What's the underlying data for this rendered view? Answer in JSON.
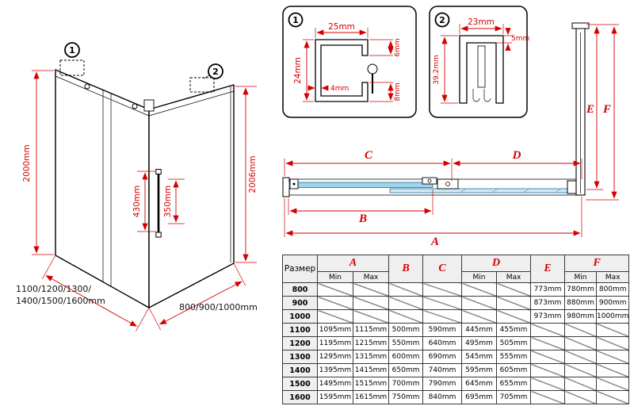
{
  "colors": {
    "dim_red": "#d40000",
    "line_black": "#000000",
    "glass_blue": "#9fd4ec",
    "table_header_bg": "#efefef"
  },
  "main_drawing": {
    "callout_1": "1",
    "callout_2": "2",
    "height_left": "2000mm",
    "handle_dim_long": "430mm",
    "handle_dim_short": "350mm",
    "height_right": "2006mm",
    "door_widths_line1": "1100/1200/1300/",
    "door_widths_line2": "1400/1500/1600mm",
    "side_widths": "800/900/1000mm"
  },
  "detail_1": {
    "callout": "1",
    "width": "25mm",
    "height": "24mm",
    "top_gap": "6mm",
    "wall": "4mm",
    "bottom_gap": "8mm"
  },
  "detail_2": {
    "callout": "2",
    "width": "23mm",
    "lip": "5mm",
    "height": "39.2mm"
  },
  "plan": {
    "a": "A",
    "b": "B",
    "c": "C",
    "d": "D",
    "e": "E",
    "f": "F"
  },
  "table": {
    "corner": "Размер",
    "col_a": "A",
    "col_b": "B",
    "col_c": "C",
    "col_d": "D",
    "col_e": "E",
    "col_f": "F",
    "min": "Min",
    "max": "Max",
    "rows": [
      {
        "size": "800",
        "cells": [
          null,
          null,
          null,
          null,
          null,
          null,
          "773mm",
          "780mm",
          "800mm"
        ]
      },
      {
        "size": "900",
        "cells": [
          null,
          null,
          null,
          null,
          null,
          null,
          "873mm",
          "880mm",
          "900mm"
        ]
      },
      {
        "size": "1000",
        "cells": [
          null,
          null,
          null,
          null,
          null,
          null,
          "973mm",
          "980mm",
          "1000mm"
        ]
      },
      {
        "size": "1100",
        "cells": [
          "1095mm",
          "1115mm",
          "500mm",
          "590mm",
          "445mm",
          "455mm",
          null,
          null,
          null
        ]
      },
      {
        "size": "1200",
        "cells": [
          "1195mm",
          "1215mm",
          "550mm",
          "640mm",
          "495mm",
          "505mm",
          null,
          null,
          null
        ]
      },
      {
        "size": "1300",
        "cells": [
          "1295mm",
          "1315mm",
          "600mm",
          "690mm",
          "545mm",
          "555mm",
          null,
          null,
          null
        ]
      },
      {
        "size": "1400",
        "cells": [
          "1395mm",
          "1415mm",
          "650mm",
          "740mm",
          "595mm",
          "605mm",
          null,
          null,
          null
        ]
      },
      {
        "size": "1500",
        "cells": [
          "1495mm",
          "1515mm",
          "700mm",
          "790mm",
          "645mm",
          "655mm",
          null,
          null,
          null
        ]
      },
      {
        "size": "1600",
        "cells": [
          "1595mm",
          "1615mm",
          "750mm",
          "840mm",
          "695mm",
          "705mm",
          null,
          null,
          null
        ]
      }
    ]
  }
}
